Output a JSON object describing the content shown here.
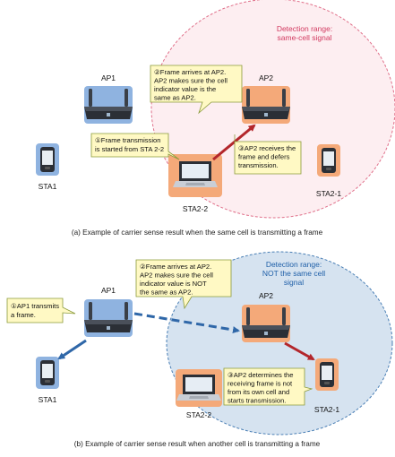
{
  "panel_a": {
    "range_label": [
      "Detection range:",
      "same-cell signal"
    ],
    "callout_2": [
      "②Frame arrives at AP2.",
      "AP2 makes sure the cell",
      "indicator value is the",
      "same as AP2."
    ],
    "callout_1": [
      "①Frame transmission",
      "is started from STA 2-2"
    ],
    "callout_3": [
      "③AP2 receives the",
      "frame and defers",
      "transmission."
    ],
    "ap1": "AP1",
    "ap2": "AP2",
    "sta1": "STA1",
    "sta2_1": "STA2-1",
    "sta2_2": "STA2-2",
    "caption": "(a) Example of carrier sense result when the same cell is transmitting a frame"
  },
  "panel_b": {
    "range_label": [
      "Detection range:",
      "NOT the same cell",
      "signal"
    ],
    "callout_2": [
      "②Frame arrives at AP2.",
      "AP2 makes sure the cell",
      "indicator value is NOT",
      "the same as AP2."
    ],
    "callout_1": [
      "①AP1 transmits",
      "a frame."
    ],
    "callout_3": [
      "③AP2 determines the",
      "receiving frame is not",
      "from its own cell and",
      "starts transmission."
    ],
    "ap1": "AP1",
    "ap2": "AP2",
    "sta1": "STA1",
    "sta2_1": "STA2-1",
    "sta2_2": "STA2-2",
    "caption": "(b) Example of carrier sense result when another cell is transmitting a frame"
  },
  "colors": {
    "range_a_fill": "#fdeef1",
    "range_a_stroke": "#e0708a",
    "range_a_text": "#d23a60",
    "range_b_fill": "#d6e3f0",
    "range_b_stroke": "#4a7fb5",
    "range_b_text": "#1f5fa8",
    "callout_fill": "#fff9c4",
    "callout_stroke": "#8a9a3a",
    "arrow_red": "#b3262b",
    "arrow_blue": "#2f67a8",
    "highlight_orange": "#f4a979",
    "highlight_blue": "#8fb3e0"
  }
}
